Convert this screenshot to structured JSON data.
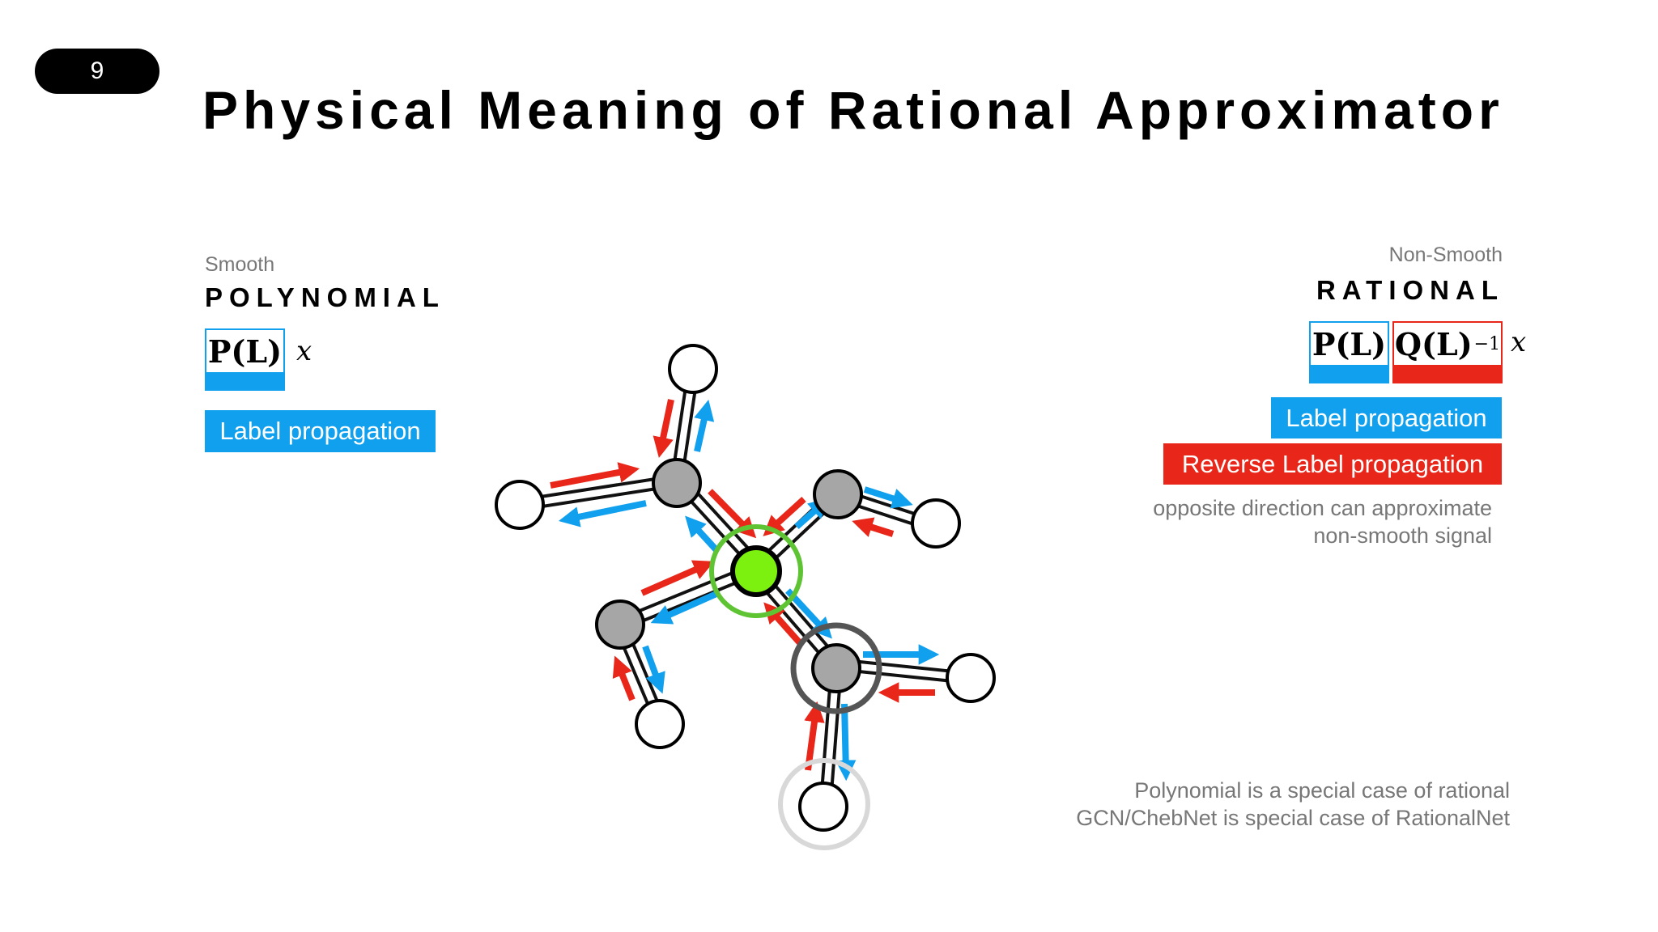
{
  "slide": {
    "number": "9",
    "title": "Physical Meaning of Rational Approximator"
  },
  "colors": {
    "blue": "#11a0ee",
    "red": "#e8271a",
    "green": "#7cf00f",
    "node_grey": "#a6a6a7",
    "text_grey": "#777777"
  },
  "left": {
    "caption": "Smooth",
    "heading": "POLYNOMIAL",
    "formula": {
      "p_term": "P(L)",
      "x": "x"
    },
    "labels": {
      "label_propagation": "Label propagation"
    }
  },
  "right": {
    "caption": "Non-Smooth",
    "heading": "RATIONAL",
    "formula": {
      "p_term": "P(L)",
      "q_term": "Q(L)",
      "q_exponent": "−1",
      "x": "x"
    },
    "labels": {
      "label_propagation": "Label propagation",
      "reverse_label_propagation": "Reverse Label propagation"
    },
    "note_line1": "opposite direction can approximate",
    "note_line2": "non-smooth signal"
  },
  "bottom_note": {
    "line1": "Polynomial is a special case of rational",
    "line2": "GCN/ChebNet is special case of RationalNet"
  }
}
